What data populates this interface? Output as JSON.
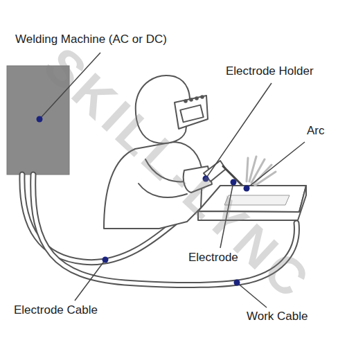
{
  "diagram": {
    "labels": [
      "Welding Machine (AC or DC)",
      "Electrode Holder",
      "Arc",
      "Electrode",
      "Electrode Cable",
      "Work Cable",
      "SKILL-LYNC"
    ]
  }
}
